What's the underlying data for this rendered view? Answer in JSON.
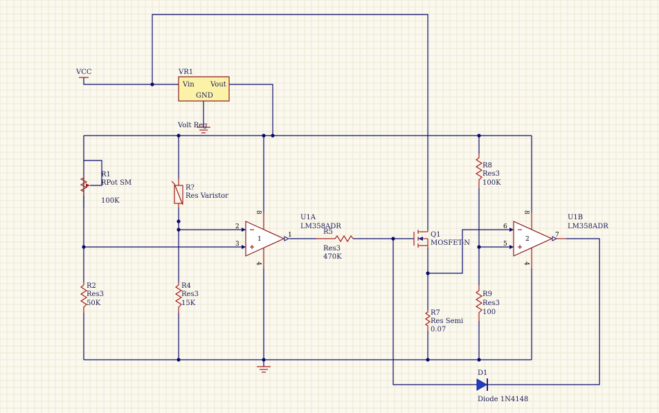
{
  "power": {
    "vcc_label": "VCC"
  },
  "regulator": {
    "designator": "VR1",
    "pin_vin": "Vin",
    "pin_vout": "Vout",
    "pin_gnd": "GND",
    "comment": "Volt Reg",
    "fill_color": "#fbf2a8"
  },
  "r1": {
    "designator": "R1",
    "type": "RPot SM",
    "value": "100K"
  },
  "rq": {
    "designator": "R?",
    "type": "Res Varistor"
  },
  "r2": {
    "designator": "R2",
    "type": "Res3",
    "value": "50K"
  },
  "r4": {
    "designator": "R4",
    "type": "Res3",
    "value": "15K"
  },
  "r5": {
    "designator": "R5",
    "type": "Res3",
    "value": "470K"
  },
  "r7": {
    "designator": "R7",
    "type": "Res Semi",
    "value": "0.07"
  },
  "r8": {
    "designator": "R8",
    "type": "Res3",
    "value": "100K"
  },
  "r9": {
    "designator": "R9",
    "type": "Res3",
    "value": "100"
  },
  "u1a": {
    "designator": "U1A",
    "part": "LM358ADR",
    "unit": "1",
    "pin_inv": "2",
    "pin_noninv": "3",
    "pin_out": "1",
    "pin_vplus": "8",
    "pin_vminus": "4"
  },
  "u1b": {
    "designator": "U1B",
    "part": "LM358ADR",
    "unit": "2",
    "pin_inv": "6",
    "pin_noninv": "5",
    "pin_out": "7",
    "pin_vplus": "8",
    "pin_vminus": "4"
  },
  "q1": {
    "designator": "Q1",
    "type": "MOSFET-N"
  },
  "d1": {
    "designator": "D1",
    "type": "Diode 1N4148"
  },
  "colors": {
    "background": "#fbf9ef",
    "wire": "#0a0a6e",
    "component": "#a01c1c",
    "label": "#1c1c5a",
    "diode_fill": "#1c3fc8"
  }
}
